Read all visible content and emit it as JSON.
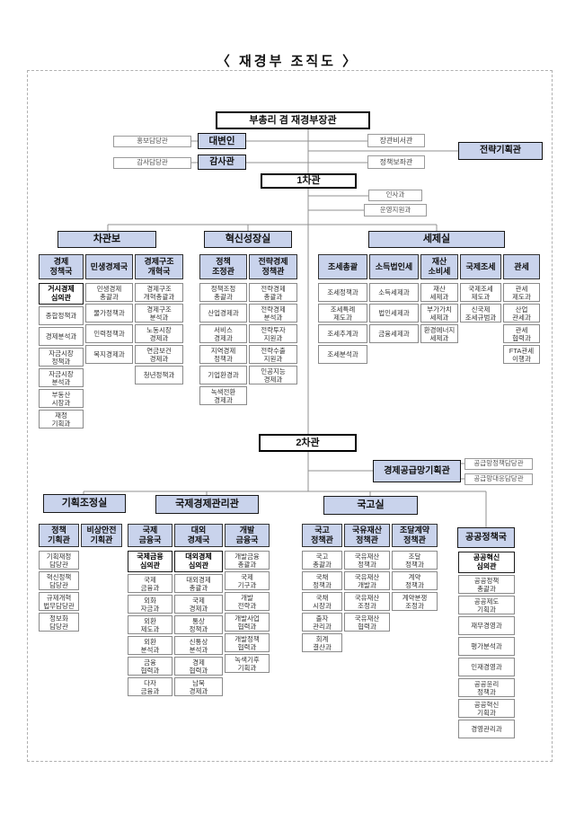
{
  "title": "〈 재경부 조직도 〉",
  "colors": {
    "accent": "#c9d3ec",
    "line": "#909090"
  },
  "top": {
    "minister": "부총리 겸 재경부장관",
    "spokesperson": "대변인",
    "pr_officer": "홍보담당관",
    "auditor": "감사관",
    "audit_officer": "감사담당관",
    "secretary": "장관비서관",
    "policy_advisor": "정책보좌관",
    "strategy_planner": "전략기획관",
    "vice_minister_1": "1차관",
    "hr_division": "인사과",
    "support_division": "운영지원과",
    "vice_minister_2": "2차관",
    "supply_chain_planner": "경제공급망기획관",
    "supply_chain_policy_officer": "공급망정책담당관",
    "supply_chain_response_officer": "공급망대응담당관"
  },
  "sections": [
    {
      "header": "차관보",
      "columns": [
        {
          "header": "경제\n정책국",
          "items": [
            "거시경제\n심의관",
            "종합정책과",
            "경제분석과",
            "자금시장\n정책과",
            "자금시장\n분석과",
            "부동산\n시장과",
            "재정\n기획과"
          ]
        },
        {
          "header": "민생경제국",
          "items": [
            "민생경제\n총괄과",
            "물가정책과",
            "인력정책과",
            "복지경제과"
          ]
        },
        {
          "header": "경제구조\n개혁국",
          "items": [
            "경제구조\n개혁총괄과",
            "경제구조\n분석과",
            "노동시장\n경제과",
            "연금보건\n경제과",
            "청년정책과"
          ]
        }
      ]
    },
    {
      "header": "혁신성장실",
      "columns": [
        {
          "header": "정책\n조정관",
          "items": [
            "정책조정\n총괄과",
            "산업경제과",
            "서비스\n경제과",
            "지역경제\n정책과",
            "기업환경과",
            "녹색전환\n경제과"
          ]
        },
        {
          "header": "전략경제\n정책관",
          "items": [
            "전략경제\n총괄과",
            "전략경제\n분석과",
            "전략투자\n지원과",
            "전략수출\n지원과",
            "인공지능\n경제과"
          ]
        }
      ]
    },
    {
      "header": "세제실",
      "columns": [
        {
          "header": "조세총괄",
          "items": [
            "조세정책과",
            "조세특례\n제도과",
            "조세추계과",
            "조세분석과"
          ]
        },
        {
          "header": "소득법인세",
          "items": [
            "소득세제과",
            "법인세제과",
            "금융세제과"
          ]
        },
        {
          "header": "재산\n소비세",
          "items": [
            "재산\n세제과",
            "부가가치\n세제과",
            "환경에너지\n세제과"
          ]
        },
        {
          "header": "국제조세",
          "items": [
            "국제조세\n제도과",
            "신국제\n조세규범과"
          ]
        },
        {
          "header": "관세",
          "items": [
            "관세\n제도과",
            "산업\n관세과",
            "관세\n협력과",
            "FTA관세\n이행과"
          ]
        }
      ]
    },
    {
      "header": "기획조정실",
      "columns": [
        {
          "header": "정책\n기획관",
          "items": [
            "기획재정\n담당관",
            "혁신정책\n담당관",
            "규제개혁\n법무담당관",
            "정보화\n담당관"
          ]
        },
        {
          "header": "비상안전\n기획관",
          "items": []
        }
      ]
    },
    {
      "header": "국제경제관리관",
      "columns": [
        {
          "header": "국제\n금융국",
          "items": [
            "국제금융\n심의관",
            "국제\n금융과",
            "외화\n자금과",
            "외환\n제도과",
            "외환\n분석과",
            "금융\n협력과",
            "다자\n금융과"
          ]
        },
        {
          "header": "대외\n경제국",
          "items": [
            "대외경제\n심의관",
            "대외경제\n총괄과",
            "국제\n경제과",
            "통상\n정책과",
            "신통상\n분석과",
            "경제\n협력과",
            "남북\n경제과"
          ]
        },
        {
          "header": "개발\n금융국",
          "items": [
            "개발금융\n총괄과",
            "국제\n기구과",
            "개발\n전략과",
            "개발사업\n협력과",
            "개발정책\n협력과",
            "녹색기후\n기획과"
          ]
        }
      ]
    },
    {
      "header": "국고실",
      "columns": [
        {
          "header": "국고\n정책관",
          "items": [
            "국고\n총괄과",
            "국채\n정책과",
            "국채\n시장과",
            "출자\n관리과",
            "회계\n결산과"
          ]
        },
        {
          "header": "국유재산\n정책관",
          "items": [
            "국유재산\n정책과",
            "국유재산\n개발과",
            "국유재산\n조정과",
            "국유재산\n협력과"
          ]
        },
        {
          "header": "조달계약\n정책관",
          "items": [
            "조달\n정책과",
            "계약\n정책과",
            "계약분쟁\n조정과"
          ]
        }
      ]
    },
    {
      "header": "공공정책국",
      "columns": [
        {
          "header": "",
          "items": [
            "공공혁신\n심의관",
            "공공정책\n총괄과",
            "공공제도\n기획과",
            "재무경영과",
            "평가분석과",
            "인재경영과",
            "공공윤리\n정책과",
            "공공혁신\n기획과",
            "경영관리과"
          ]
        }
      ]
    }
  ]
}
